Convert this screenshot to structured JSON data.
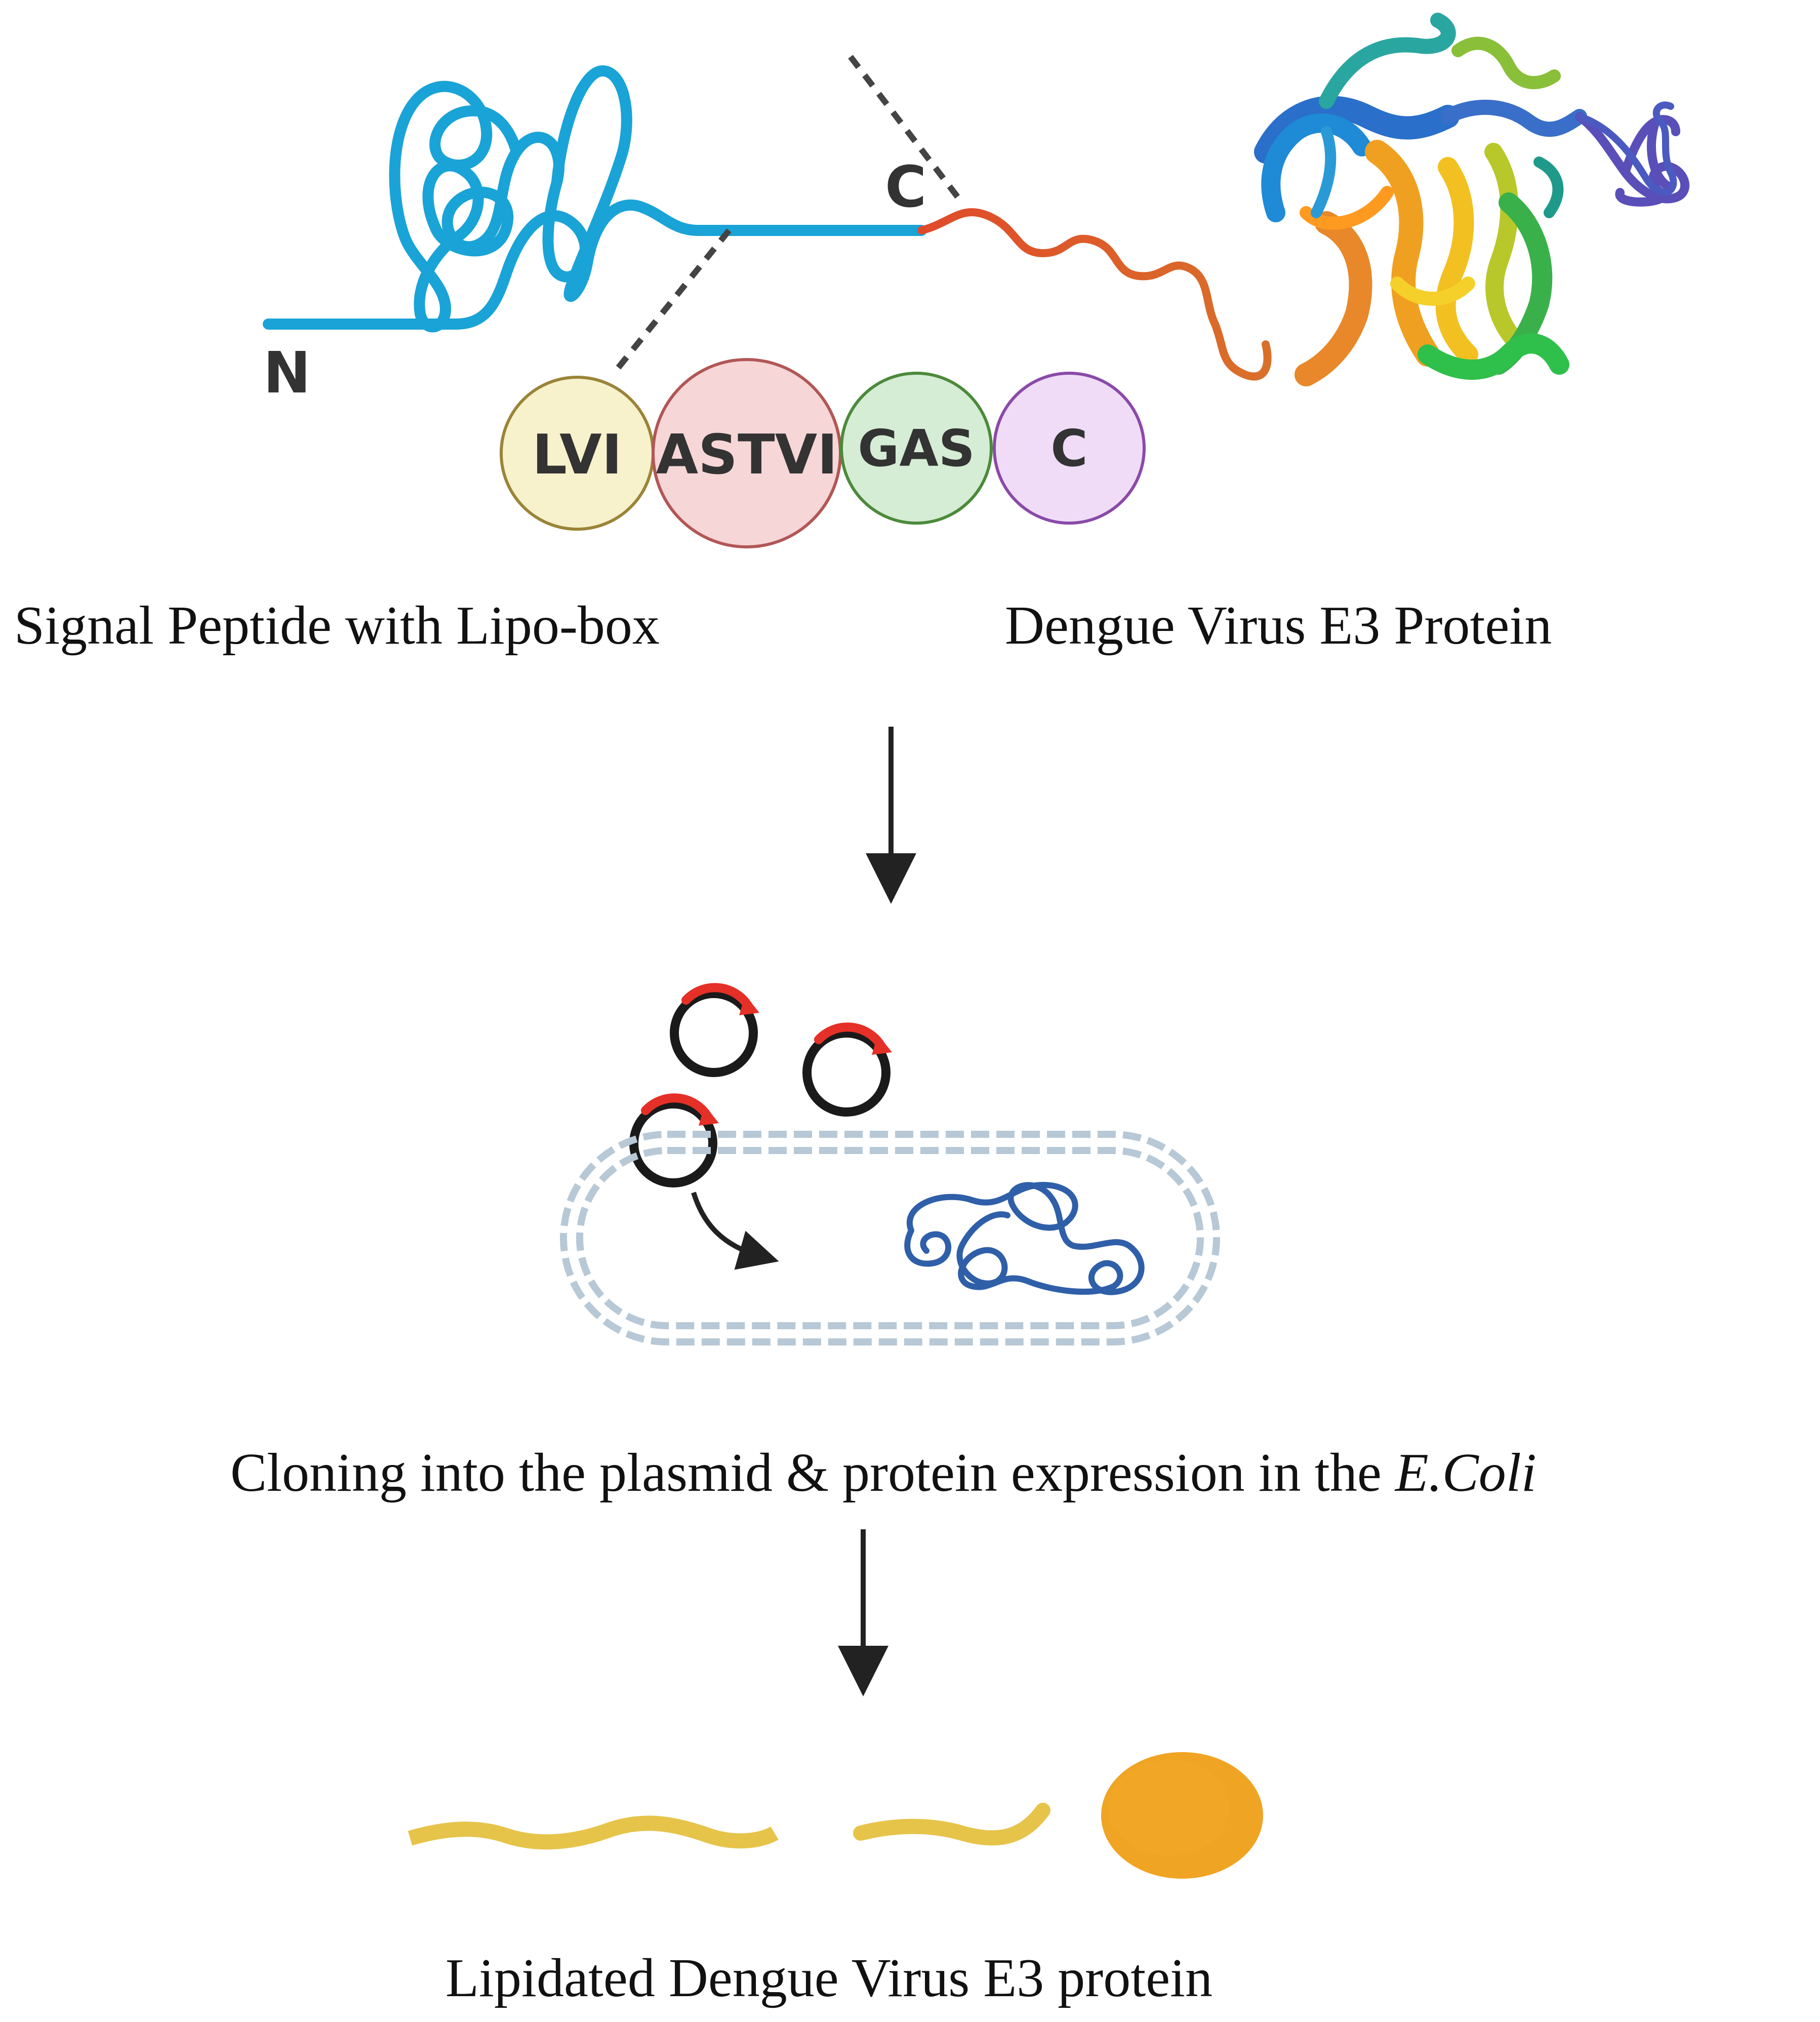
{
  "signal_peptide": {
    "terminal_n": "N",
    "terminal_c": "C",
    "lipo_box": [
      "LVI",
      "ASTVI",
      "GAS",
      "C"
    ],
    "lipo_box_colors": {
      "LVI": {
        "fill": "#f7f1cc",
        "stroke": "#9a8438"
      },
      "ASTVI": {
        "fill": "#f6d6d6",
        "stroke": "#b25656"
      },
      "GAS": {
        "fill": "#d5ecd5",
        "stroke": "#4b8a3a"
      },
      "C": {
        "fill": "#f0dcf7",
        "stroke": "#8a4aa8"
      }
    },
    "chain_color": "#1aa3d6"
  },
  "captions": {
    "signal_peptide": "Signal Peptide with Lipo-box",
    "e3_protein": "Dengue Virus E3 Protein",
    "cloning_prefix": "Cloning into the plasmid & protein expression in the ",
    "cloning_italic": "E.Coli",
    "final": "Lipidated Dengue Virus E3 protein"
  },
  "colors": {
    "plasmid_ring": "#1a1a1a",
    "plasmid_insert": "#e53027",
    "cell_wall": "#b7c8d6",
    "dna": "#2f5fa8",
    "lipid_tail": "#e6c44a",
    "protein_body": "#f0a423",
    "arrow": "#222222"
  }
}
